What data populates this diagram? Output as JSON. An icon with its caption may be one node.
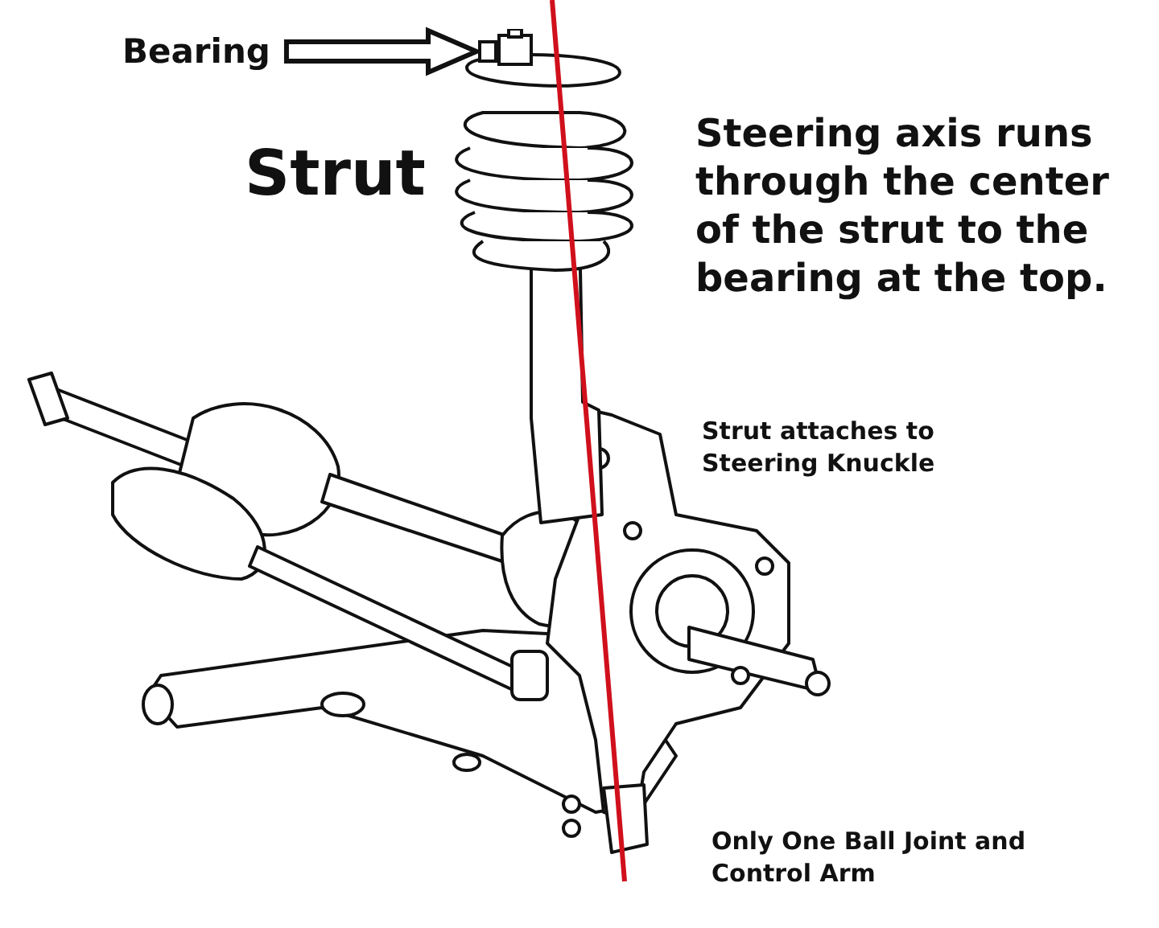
{
  "diagram": {
    "nodes": [
      {
        "text": [
          "Bearing"
        ]
      },
      {
        "text": [],
        "shape": "box"
      }
    ],
    "edges": [
      {
        "from": 0,
        "to": 1,
        "arrow": "to"
      }
    ],
    "labels": [
      "Strut",
      "Steering axis runs through the center of the strut to the bearing at the top.",
      "Strut attaches to Steering Knuckle",
      "Only One Ball Joint and Control Arm"
    ]
  }
}
